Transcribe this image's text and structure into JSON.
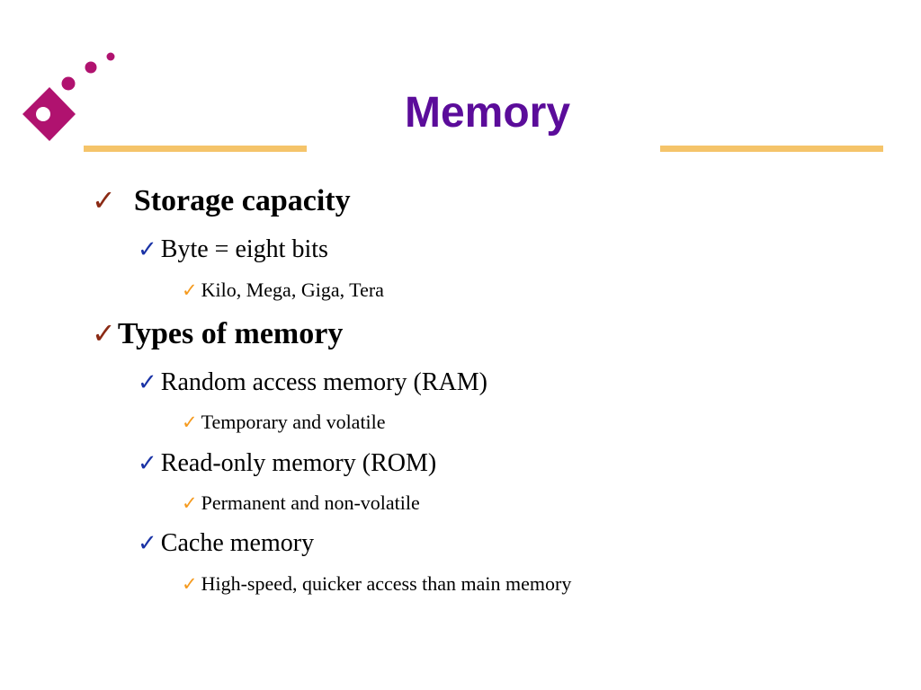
{
  "slide": {
    "title": "Memory",
    "colors": {
      "title": "#5b0c9a",
      "rule": "#f5c46a",
      "logo_magenta": "#b0126f",
      "check_level1": "#8b2a14",
      "check_level2": "#1a33a6",
      "check_level3": "#f59a1e"
    },
    "check_glyph": "✓",
    "bullets": [
      {
        "level": 1,
        "text": "Storage capacity"
      },
      {
        "level": 2,
        "text": "Byte = eight bits"
      },
      {
        "level": 3,
        "text": "Kilo, Mega, Giga, Tera"
      },
      {
        "level": 1,
        "text": "Types of memory"
      },
      {
        "level": 2,
        "text": "Random access memory (RAM)"
      },
      {
        "level": 3,
        "text": "Temporary and volatile"
      },
      {
        "level": 2,
        "text": "Read-only memory (ROM)"
      },
      {
        "level": 3,
        "text": "Permanent and non-volatile"
      },
      {
        "level": 2,
        "text": "Cache memory"
      },
      {
        "level": 3,
        "text": "High-speed, quicker access than main memory"
      }
    ]
  }
}
